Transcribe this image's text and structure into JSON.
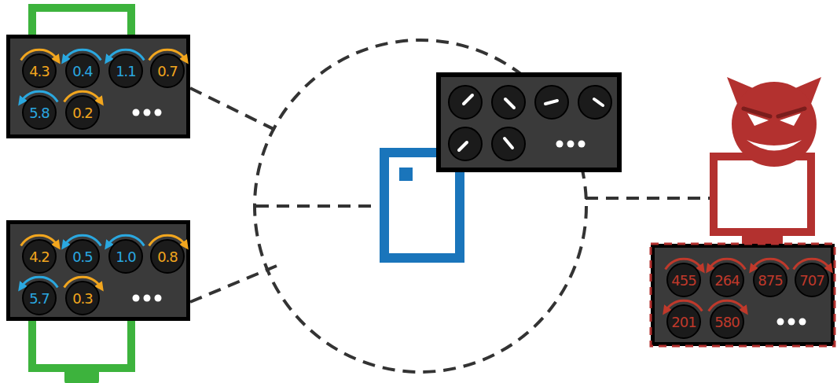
{
  "diagram": {
    "nodes": [
      {
        "text": [
          "4.3",
          "0.4",
          "1.1",
          "0.7",
          "5.8",
          "0.2"
        ]
      },
      {
        "text": [
          "4.2",
          "0.5",
          "1.0",
          "0.8",
          "5.7",
          "0.3"
        ]
      },
      {
        "text": [
          "455",
          "264",
          "875",
          "707",
          "201",
          "580"
        ]
      }
    ]
  }
}
